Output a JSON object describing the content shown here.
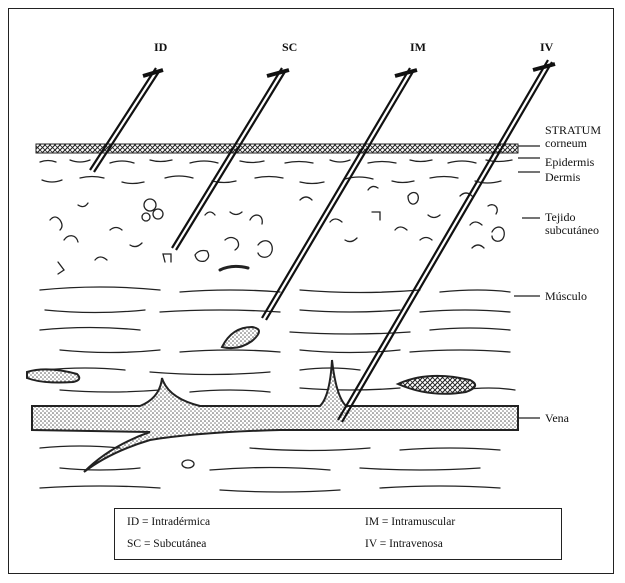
{
  "routes": {
    "id": "ID",
    "sc": "SC",
    "im": "IM",
    "iv": "IV"
  },
  "layers": {
    "stratum_line1": "STRATUM",
    "stratum_line2": "corneum",
    "epidermis": "Epidermis",
    "dermis": "Dermis",
    "subcutaneous_line1": "Tejido",
    "subcutaneous_line2": "subcutáneo",
    "muscle": "Músculo",
    "vein": "Vena"
  },
  "legend": {
    "id": "ID = Intradérmica",
    "im": "IM = Intramuscular",
    "sc": "SC = Subcutánea",
    "iv": "IV = Intravenosa"
  },
  "colors": {
    "ink": "#111111",
    "stipple": "#777777",
    "background": "#ffffff"
  }
}
